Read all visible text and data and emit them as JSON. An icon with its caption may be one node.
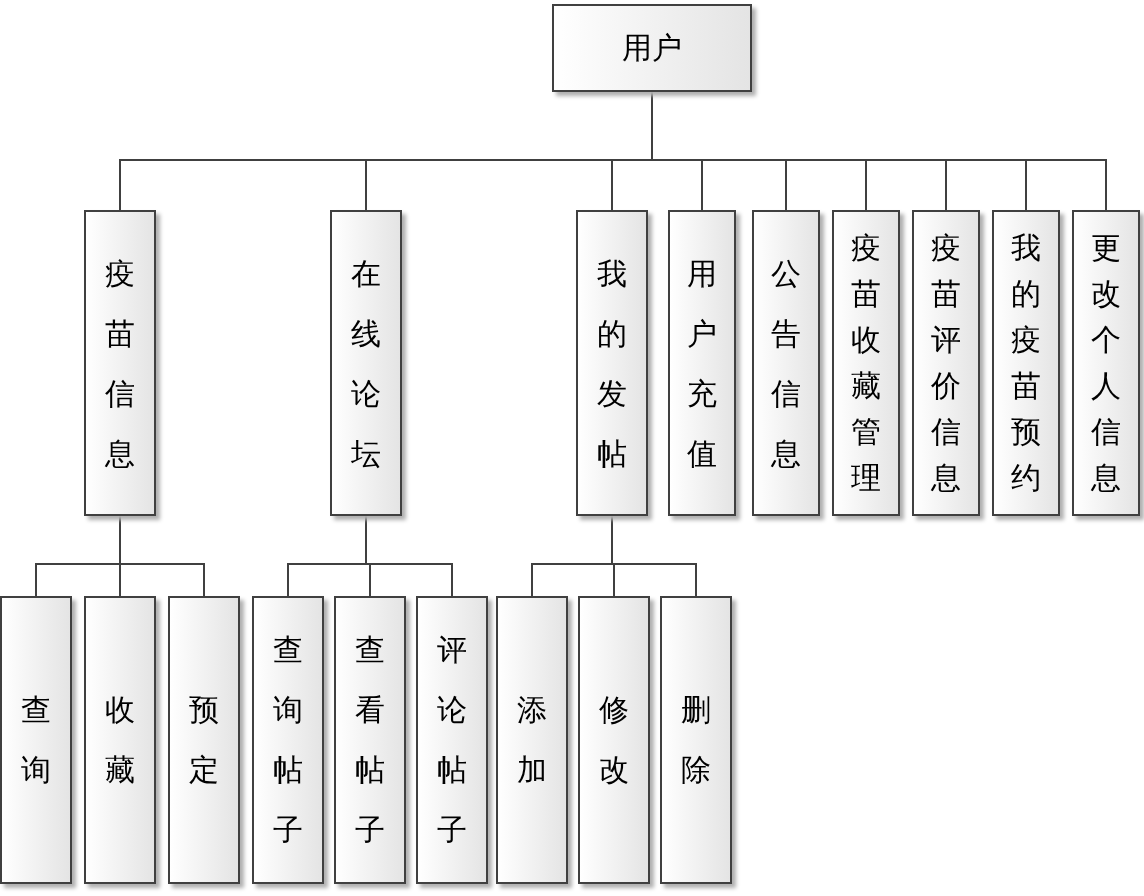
{
  "diagram": {
    "nodes": [
      {
        "text": [
          "用户"
        ]
      },
      {
        "text": [
          "疫苗信息"
        ]
      },
      {
        "text": [
          "在线论坛"
        ]
      },
      {
        "text": [
          "我的发帖"
        ]
      },
      {
        "text": [
          "用户充值"
        ]
      },
      {
        "text": [
          "公告信息"
        ]
      },
      {
        "text": [
          "疫苗收藏管理"
        ]
      },
      {
        "text": [
          "疫苗评价信息"
        ]
      },
      {
        "text": [
          "我的疫苗预约"
        ]
      },
      {
        "text": [
          "更改个人信息"
        ]
      },
      {
        "text": [
          "查询"
        ]
      },
      {
        "text": [
          "收藏"
        ]
      },
      {
        "text": [
          "预定"
        ]
      },
      {
        "text": [
          "查询帖子"
        ]
      },
      {
        "text": [
          "查看帖子"
        ]
      },
      {
        "text": [
          "评论帖子"
        ]
      },
      {
        "text": [
          "添加"
        ]
      },
      {
        "text": [
          "修改"
        ]
      },
      {
        "text": [
          "删除"
        ]
      }
    ],
    "edges": [
      {
        "from": 0,
        "to": 1,
        "arrow": "none"
      },
      {
        "from": 0,
        "to": 2,
        "arrow": "none"
      },
      {
        "from": 0,
        "to": 3,
        "arrow": "none"
      },
      {
        "from": 0,
        "to": 4,
        "arrow": "none"
      },
      {
        "from": 0,
        "to": 5,
        "arrow": "none"
      },
      {
        "from": 0,
        "to": 6,
        "arrow": "none"
      },
      {
        "from": 0,
        "to": 7,
        "arrow": "none"
      },
      {
        "from": 0,
        "to": 8,
        "arrow": "none"
      },
      {
        "from": 0,
        "to": 9,
        "arrow": "none"
      },
      {
        "from": 1,
        "to": 10,
        "arrow": "none"
      },
      {
        "from": 1,
        "to": 11,
        "arrow": "none"
      },
      {
        "from": 1,
        "to": 12,
        "arrow": "none"
      },
      {
        "from": 2,
        "to": 13,
        "arrow": "none"
      },
      {
        "from": 2,
        "to": 14,
        "arrow": "none"
      },
      {
        "from": 2,
        "to": 15,
        "arrow": "none"
      },
      {
        "from": 3,
        "to": 16,
        "arrow": "none"
      },
      {
        "from": 3,
        "to": 17,
        "arrow": "none"
      },
      {
        "from": 3,
        "to": 18,
        "arrow": "none"
      }
    ]
  }
}
